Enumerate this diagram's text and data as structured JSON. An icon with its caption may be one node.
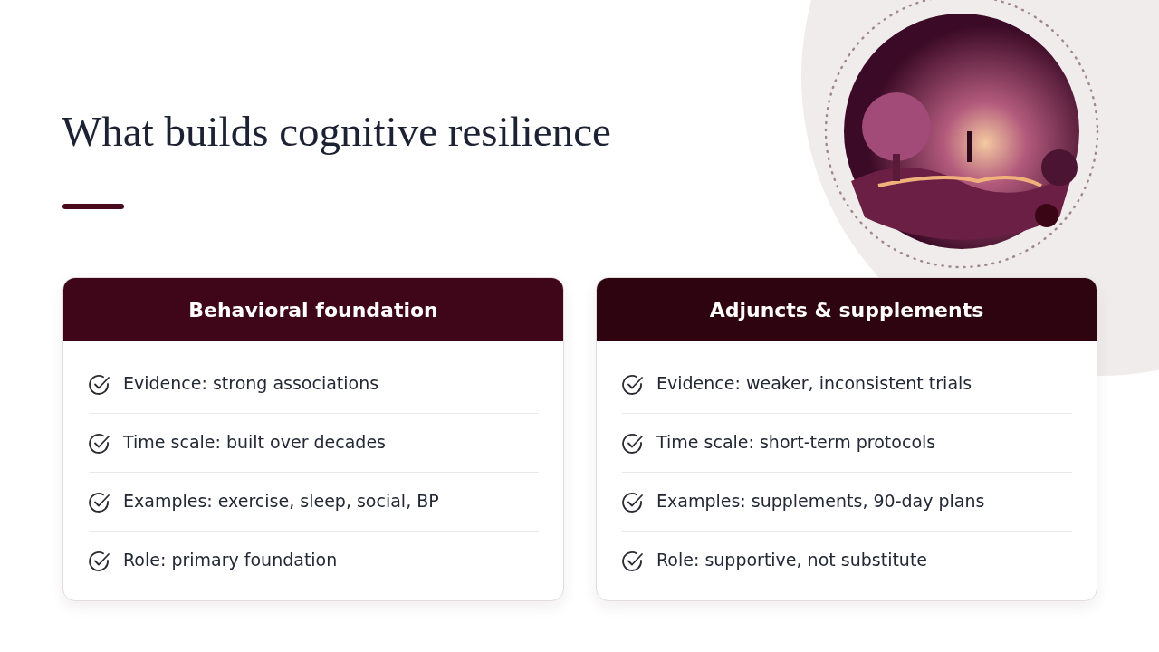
{
  "diagram": {
    "title": "What builds cognitive resilience",
    "nodes": [
      {
        "text": [
          "Behavioral foundation",
          "Evidence: strong associations",
          "Time scale: built over decades",
          "Examples: exercise, sleep, social, BP",
          "Role: primary foundation"
        ]
      },
      {
        "text": [
          "Adjuncts & supplements",
          "Evidence: weaker, inconsistent trials",
          "Time scale: short-term protocols",
          "Examples: supplements, 90-day plans",
          "Role: supportive, not substitute"
        ]
      }
    ],
    "edges": []
  }
}
